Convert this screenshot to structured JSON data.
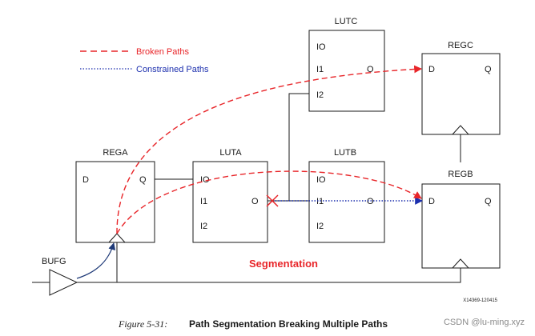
{
  "legend": {
    "broken_label": "Broken Paths",
    "constrained_label": "Constrained Paths"
  },
  "colors": {
    "broken": "#e8262a",
    "constrained": "#1c2fae",
    "wire": "#1a1a1a",
    "clock_arc": "#1f3a78"
  },
  "blocks": {
    "rega": {
      "title": "REGA",
      "pins": [
        "D",
        "Q"
      ]
    },
    "luta": {
      "title": "LUTA",
      "pins": [
        "IO",
        "I1",
        "I2",
        "O"
      ]
    },
    "lutb": {
      "title": "LUTB",
      "pins": [
        "IO",
        "I1",
        "I2",
        "O"
      ]
    },
    "lutc": {
      "title": "LUTC",
      "pins": [
        "IO",
        "I1",
        "I2",
        "O"
      ]
    },
    "regc": {
      "title": "REGC",
      "pins": [
        "D",
        "Q"
      ]
    },
    "regb": {
      "title": "REGB",
      "pins": [
        "D",
        "Q"
      ]
    }
  },
  "bufg_label": "BUFG",
  "segmentation_label": "Segmentation",
  "figure_id": "X14369-120415",
  "caption": {
    "label": "Figure 5-31:",
    "title": "Path Segmentation Breaking Multiple Paths"
  },
  "watermark": "CSDN @lu-ming.xyz"
}
